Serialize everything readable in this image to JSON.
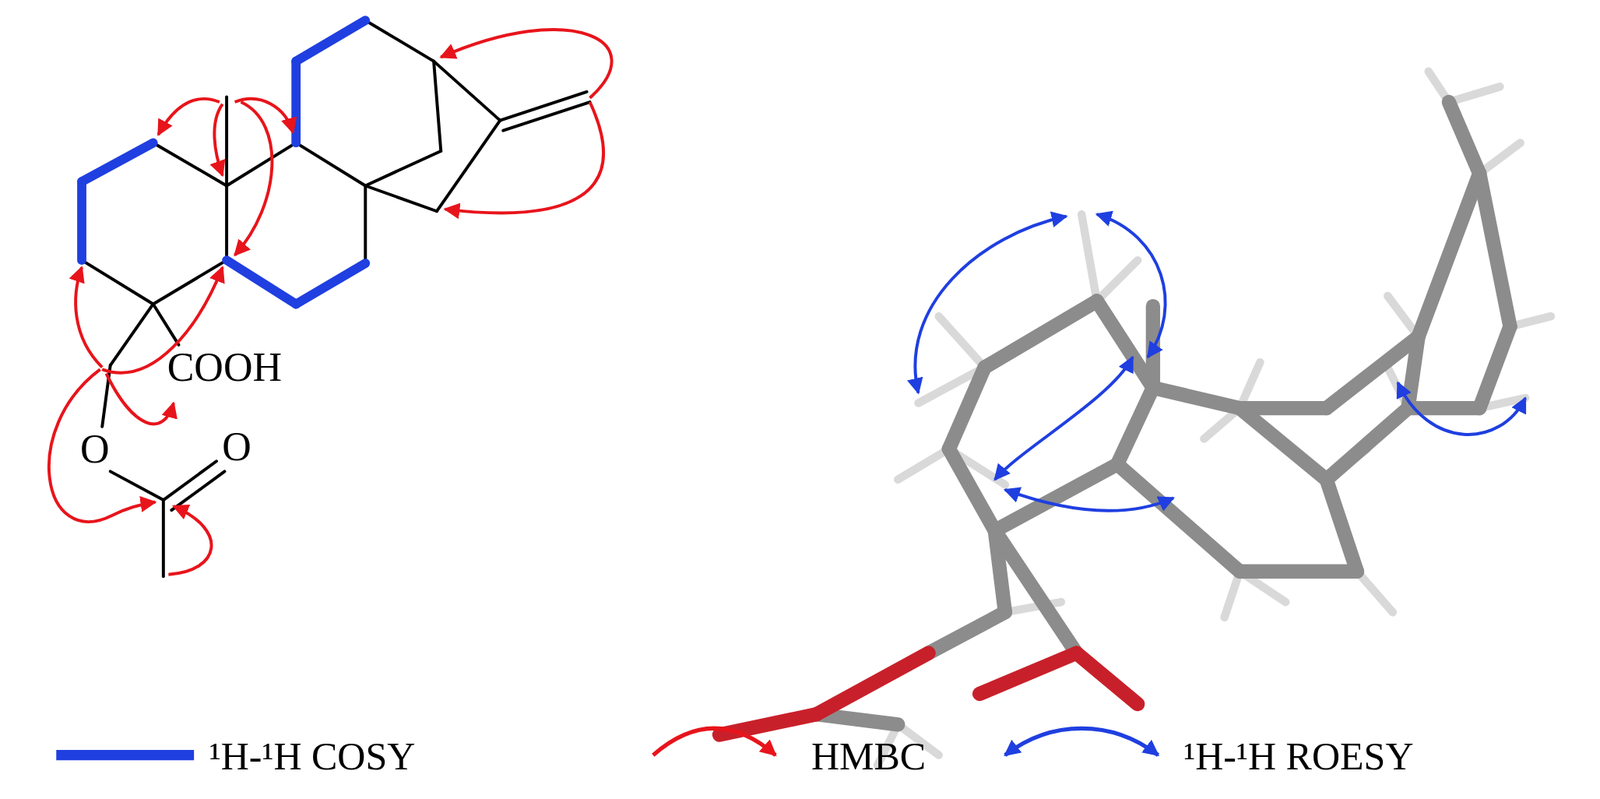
{
  "diagram": {
    "labels": [
      "COOH",
      "O",
      "O"
    ],
    "legend": [
      {
        "text": "¹H-¹H COSY"
      },
      {
        "text": "HMBC"
      },
      {
        "text": "¹H-¹H ROESY"
      }
    ]
  }
}
